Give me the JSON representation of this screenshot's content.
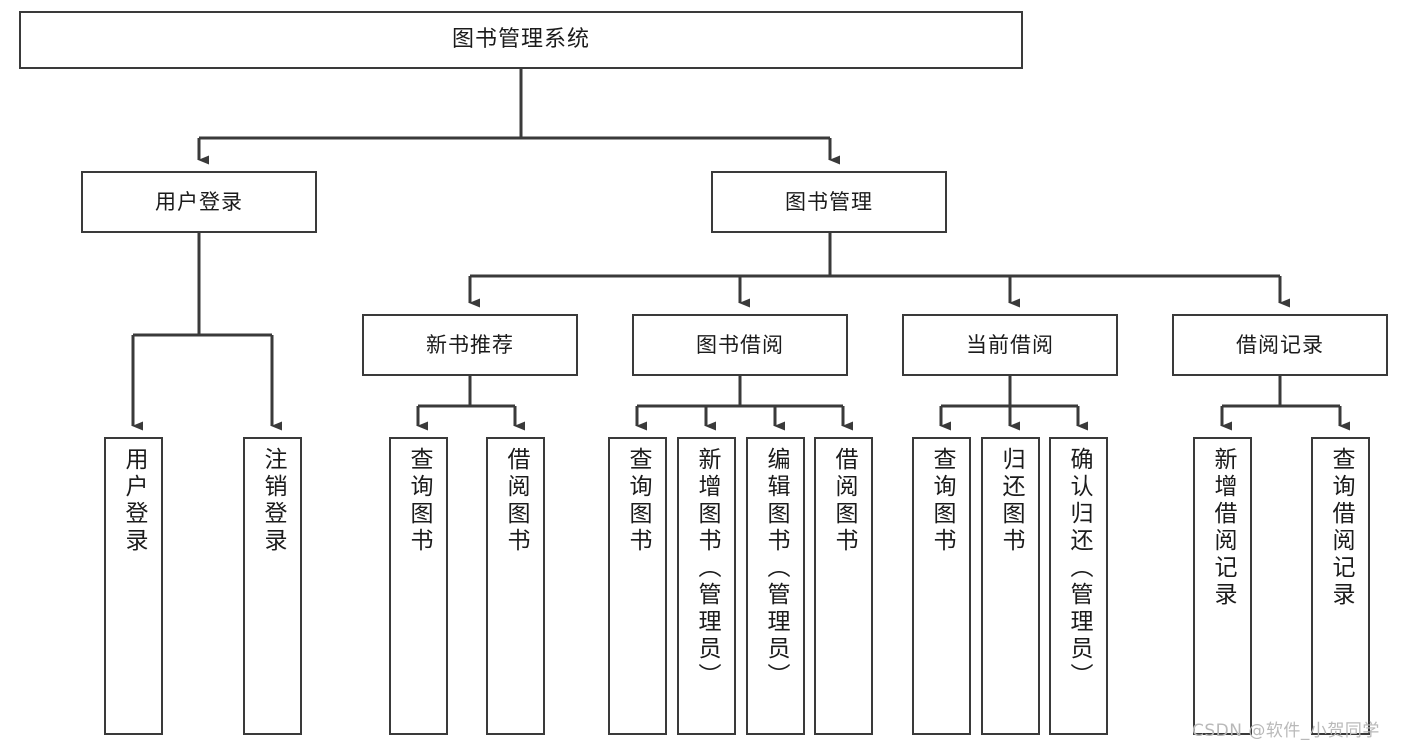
{
  "diagram": {
    "title": "图书管理系统",
    "watermark": "CSDN @软件_小贺同学",
    "line_color": "#3a3a3a",
    "box_fill": "#ffffff",
    "text_color": "#1b1b1b",
    "watermark_color": "#b9b9b9"
  },
  "root": {
    "label": "图书管理系统"
  },
  "level2": [
    {
      "label": "用户登录"
    },
    {
      "label": "图书管理"
    }
  ],
  "level3": [
    {
      "label": "新书推荐"
    },
    {
      "label": "图书借阅"
    },
    {
      "label": "当前借阅"
    },
    {
      "label": "借阅记录"
    }
  ],
  "leaves": {
    "user_login": [
      {
        "label": "用户登录"
      },
      {
        "label": "注销登录"
      }
    ],
    "new_book": [
      {
        "label": "查询图书"
      },
      {
        "label": "借阅图书"
      }
    ],
    "book_borrow": [
      {
        "label": "查询图书"
      },
      {
        "label": "新增图书（管理员）"
      },
      {
        "label": "编辑图书（管理员）"
      },
      {
        "label": "借阅图书"
      }
    ],
    "current_borrow": [
      {
        "label": "查询图书"
      },
      {
        "label": "归还图书"
      },
      {
        "label": "确认归还（管理员）"
      }
    ],
    "borrow_record": [
      {
        "label": "新增借阅记录"
      },
      {
        "label": "查询借阅记录"
      }
    ]
  }
}
